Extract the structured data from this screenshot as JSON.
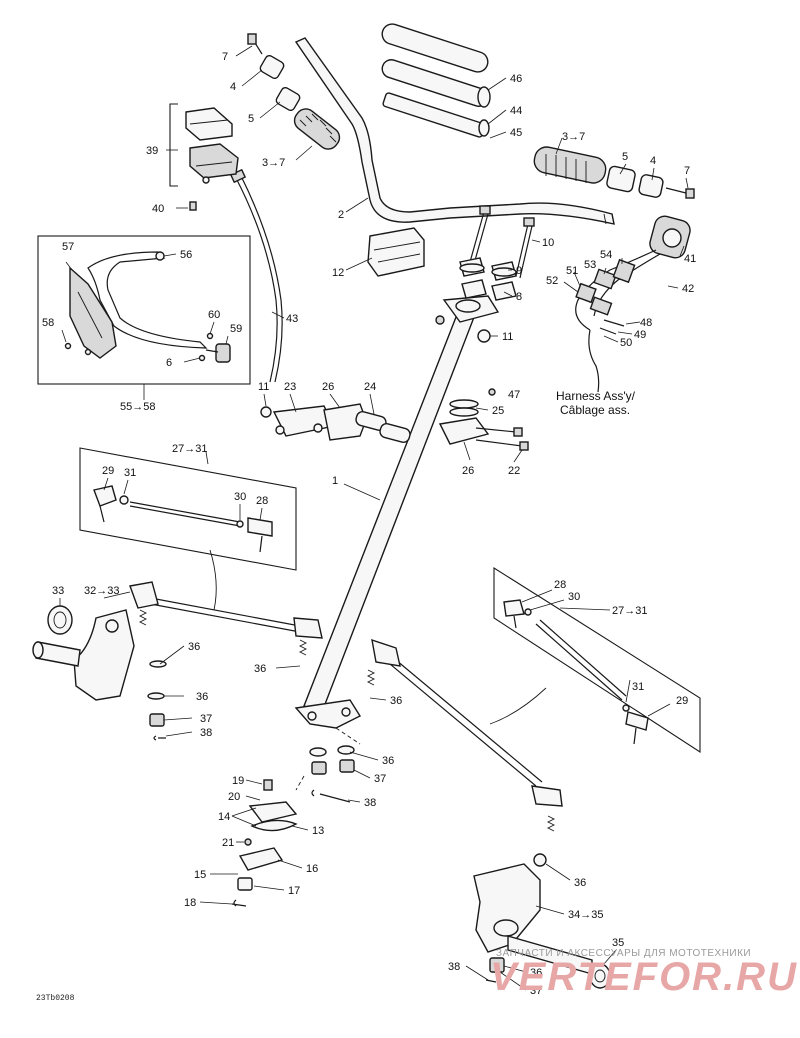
{
  "diagram": {
    "drawing_id": "23Tb0208",
    "harness_note": [
      "Harness Ass'y/",
      "Câblage ass."
    ],
    "watermark_line1": "ЗАПЧАСТИ И АКСЕССУАРЫ ДЛЯ МОТОТЕХНИКИ",
    "watermark_line2": "VERTEFOR.RU",
    "callouts": {
      "c1": "1",
      "c2": "2",
      "c3_7_left": "3→7",
      "c3_7_right": "3→7",
      "c4_left": "4",
      "c4_right": "4",
      "c5_left": "5",
      "c5_right": "5",
      "c7_left": "7",
      "c7_right": "7",
      "c6": "6",
      "c8": "8",
      "c9": "9",
      "c10": "10",
      "c11_top": "11",
      "c11_mid": "11",
      "c12": "12",
      "c13": "13",
      "c14": "14",
      "c15": "15",
      "c16": "16",
      "c17": "17",
      "c18": "18",
      "c19": "19",
      "c20": "20",
      "c21": "21",
      "c22": "22",
      "c23": "23",
      "c24": "24",
      "c25": "25",
      "c26_top": "26",
      "c26_bot": "26",
      "c27_31_left": "27→31",
      "c27_31_right": "27→31",
      "c28_left": "28",
      "c28_right": "28",
      "c29_left": "29",
      "c29_right": "29",
      "c30_left": "30",
      "c30_right": "30",
      "c31_left": "31",
      "c31_right": "31",
      "c32_33": "32→33",
      "c33": "33",
      "c34_35": "34→35",
      "c35": "35",
      "c36_a": "36",
      "c36_b": "36",
      "c36_c": "36",
      "c36_d": "36",
      "c36_e": "36",
      "c36_f": "36",
      "c36_g": "36",
      "c37_a": "37",
      "c37_b": "37",
      "c37_c": "37",
      "c38_a": "38",
      "c38_b": "38",
      "c38_c": "38",
      "c39": "39",
      "c40": "40",
      "c41": "41",
      "c42": "42",
      "c43": "43",
      "c44": "44",
      "c45": "45",
      "c46": "46",
      "c47": "47",
      "c48": "48",
      "c49": "49",
      "c50": "50",
      "c51": "51",
      "c52": "52",
      "c53": "53",
      "c54": "54",
      "c55_58": "55→58",
      "c56": "56",
      "c57": "57",
      "c58": "58",
      "c59": "59",
      "c60": "60"
    }
  }
}
